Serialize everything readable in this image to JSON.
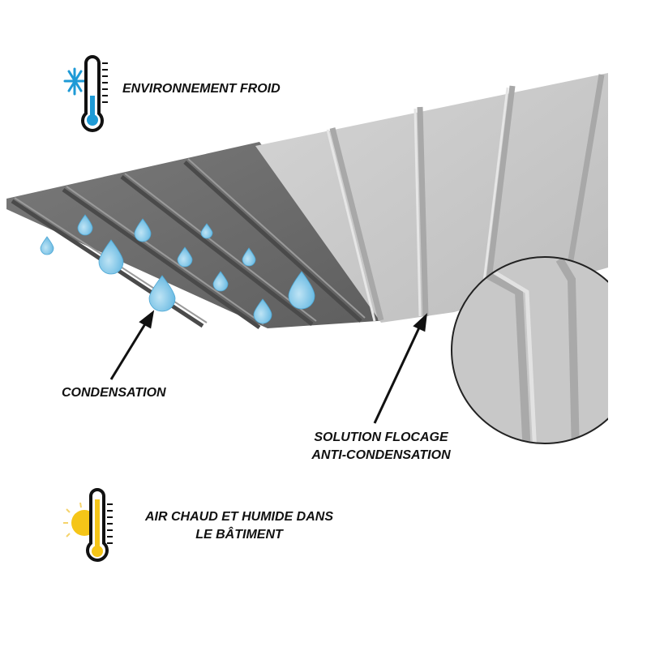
{
  "labels": {
    "cold": "ENVIRONNEMENT FROID",
    "condensation": "CONDENSATION",
    "solution_line1": "SOLUTION FLOCAGE",
    "solution_line2": "ANTI-CONDENSATION",
    "warm_line1": "AIR CHAUD ET HUMIDE DANS",
    "warm_line2": "LE BÂTIMENT"
  },
  "colors": {
    "cold": "#1e9ad6",
    "warm": "#f5c518",
    "drop": "#7cc4e6",
    "dark_sheet": "#6f6f6f",
    "light_sheet": "#c9c9c9"
  }
}
